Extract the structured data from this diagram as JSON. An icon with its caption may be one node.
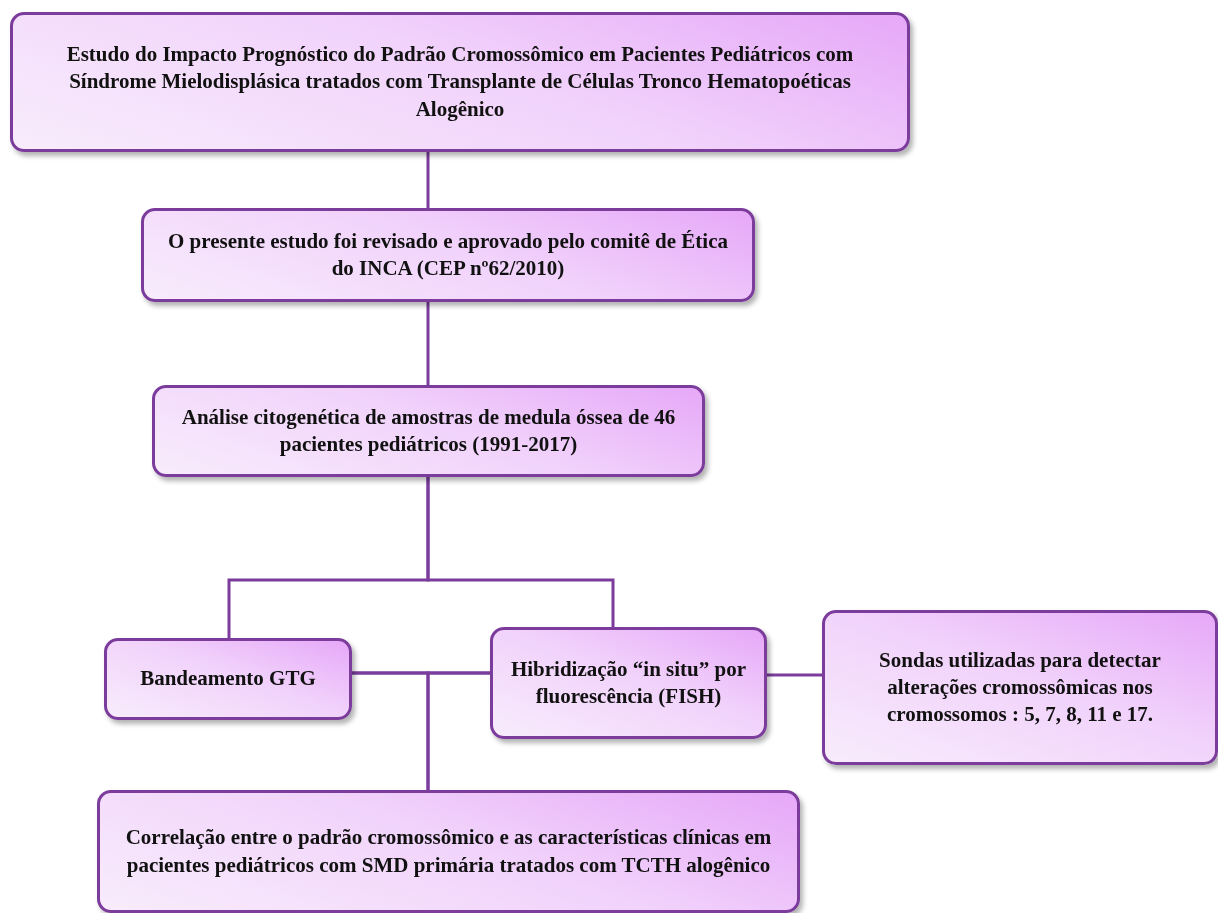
{
  "diagram": {
    "nodes": [
      {
        "text": [
          "Estudo do Impacto Prognóstico do Padrão Cromossômico em Pacientes Pediátricos com Síndrome Mielodisplásica tratados com Transplante de Células Tronco Hematopoéticas Alogênico"
        ]
      },
      {
        "text": [
          "O presente estudo foi revisado e aprovado pelo comitê de Ética do INCA (CEP nº62/2010)"
        ]
      },
      {
        "text": [
          "Análise citogenética de amostras de medula óssea de 46 pacientes pediátricos (1991-2017)"
        ]
      },
      {
        "text": [
          "Bandeamento GTG"
        ]
      },
      {
        "text": [
          "Hibridização “in situ” por fluorescência (FISH)"
        ]
      },
      {
        "text": [
          "Sondas utilizadas para detectar alterações cromossômicas nos cromossomos : 5, 7, 8, 11 e 17."
        ]
      },
      {
        "text": [
          "Correlação entre o padrão cromossômico e as características clínicas em pacientes pediátricos com SMD primária tratados com TCTH alogênico"
        ]
      }
    ],
    "edges": [
      {
        "from": 0,
        "to": 1,
        "arrow": "none"
      },
      {
        "from": 1,
        "to": 2,
        "arrow": "none"
      },
      {
        "from": 2,
        "to": 3,
        "arrow": "none"
      },
      {
        "from": 2,
        "to": 4,
        "arrow": "none"
      },
      {
        "from": 3,
        "to": 4,
        "arrow": "none"
      },
      {
        "from": 4,
        "to": 5,
        "arrow": "none"
      },
      {
        "from": 3,
        "to": 6,
        "arrow": "none"
      },
      {
        "from": 4,
        "to": 6,
        "arrow": "none"
      }
    ]
  }
}
